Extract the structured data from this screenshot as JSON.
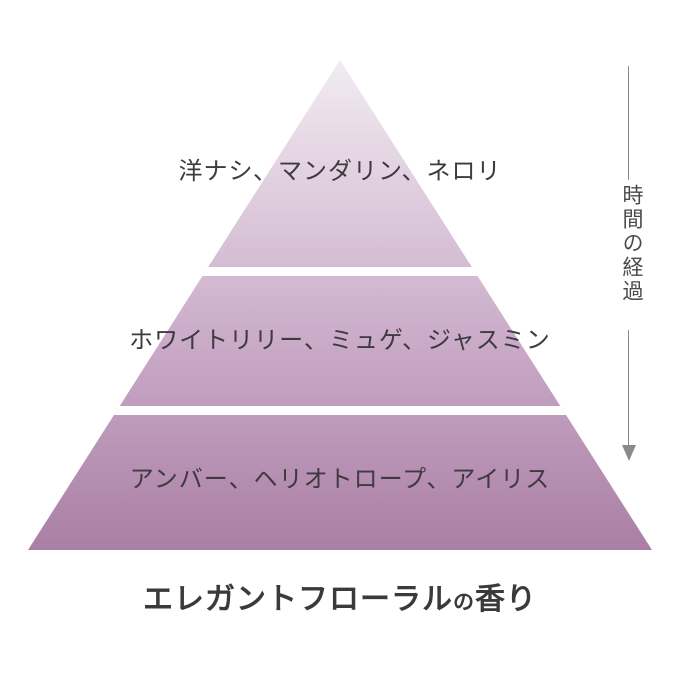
{
  "pyramid": {
    "gradient_top_color": "#f2ecf2",
    "gradient_mid_color": "#c8a8c6",
    "gradient_bottom_color": "#aa7fa5",
    "tiers": [
      {
        "position": "top",
        "label": "洋ナシ、マンダリン、ネロリ"
      },
      {
        "position": "middle",
        "label": "ホワイトリリー、ミュゲ、ジャスミン"
      },
      {
        "position": "bottom",
        "label": "アンバー、ヘリオトロープ、アイリス"
      }
    ]
  },
  "timeline": {
    "label": "時間の経過",
    "arrow_color": "#8a8a8a"
  },
  "title": {
    "main": "エレガントフローラル",
    "particle": "の",
    "suffix": "香り"
  }
}
